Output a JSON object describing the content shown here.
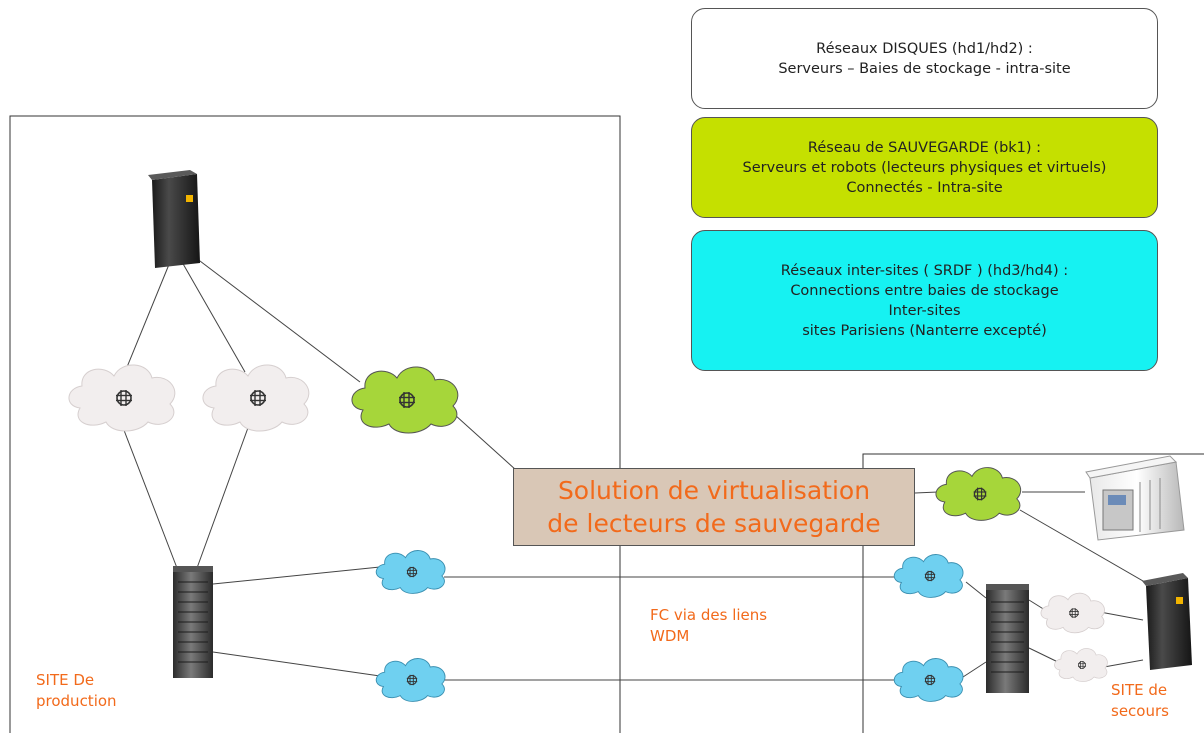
{
  "legend": {
    "disques": {
      "line1": "Réseaux  DISQUES (hd1/hd2) :",
      "line2": "Serveurs – Baies de stockage - intra-site",
      "bg": "#ffffff"
    },
    "sauvegarde": {
      "line1": "Réseau de SAUVEGARDE (bk1) :",
      "line2": "Serveurs et robots (lecteurs physiques et virtuels)",
      "line3": "Connectés  - Intra-site",
      "bg": "#c5e000"
    },
    "intersites": {
      "line1": "Réseaux inter-sites ( SRDF ) (hd3/hd4) :",
      "line2": "Connections entre baies de stockage",
      "line3": "Inter-sites",
      "line4": "sites Parisiens (Nanterre excepté)",
      "bg": "#16f2f2"
    }
  },
  "center": {
    "line1": "Solution de virtualisation",
    "line2": "de lecteurs de sauvegarde"
  },
  "sites": {
    "production": {
      "line1": "SITE De",
      "line2": "production"
    },
    "secours": {
      "line1": "SITE de",
      "line2": "secours"
    }
  },
  "link_label": {
    "line1": "FC via des liens",
    "line2": "WDM"
  },
  "colors": {
    "accent_text": "#f26a1b",
    "disk_cloud": "#f2eeee",
    "backup_cloud": "#a6d63a",
    "intersite_cloud": "#6fd0f0"
  },
  "icons": [
    "server-rack-icon",
    "storage-array-icon",
    "san-switch-cloud-icon",
    "tape-library-icon"
  ]
}
